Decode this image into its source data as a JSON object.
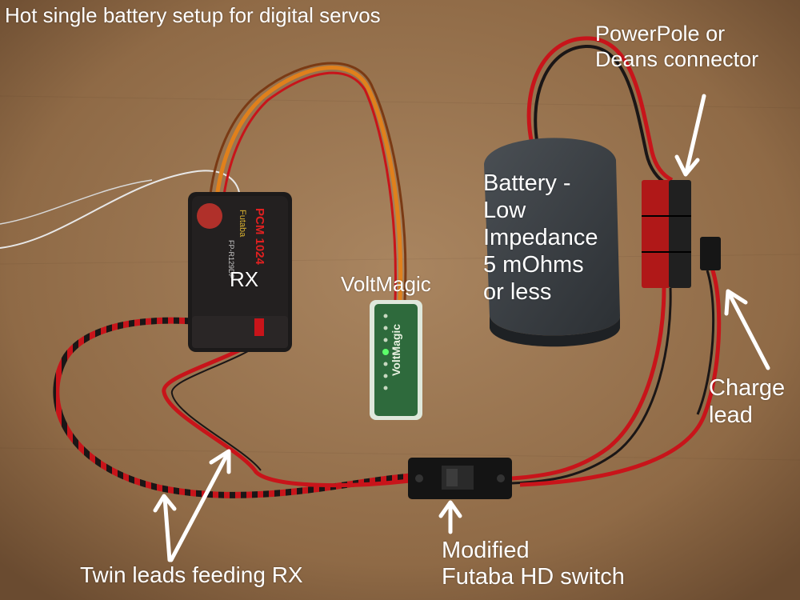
{
  "title": "Hot single battery setup for digital servos",
  "labels": {
    "rx": "RX",
    "voltmagic": "VoltMagic",
    "powerpole": [
      "PowerPole or",
      "Deans connector"
    ],
    "battery": [
      "Battery -",
      "Low",
      "Impedance",
      "5 mOhms",
      "or less"
    ],
    "charge": [
      "Charge",
      "lead"
    ],
    "switch": [
      "Modified",
      "Futaba HD switch"
    ],
    "twin": "Twin leads feeding RX"
  },
  "device_markings": {
    "rx_brand": "Futaba",
    "rx_model": "PCM 1024",
    "rx_part": "FP-R129DP",
    "voltmagic_logo": "VoltMagic"
  },
  "colors": {
    "cardboard": "#9a7550",
    "label_text": "#ffffff",
    "wire_red": "#c8141a",
    "wire_black": "#1a1616",
    "wire_orange": "#e0801c",
    "connector_red": "#b01818",
    "battery_body": "#3a3e42",
    "voltmagic_board": "#2e6a3c",
    "led_green": "#5cff6a"
  },
  "arrows": [
    "arrow-to-powerpole",
    "arrow-to-charge-lead",
    "arrow-to-switch",
    "arrow-to-twin-lead-left",
    "arrow-to-twin-lead-right"
  ]
}
